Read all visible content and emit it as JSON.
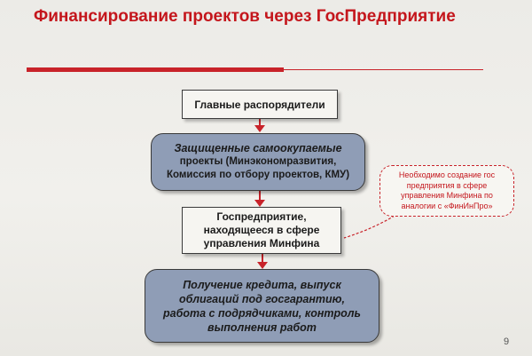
{
  "slide": {
    "title": "Финансирование проектов через ГосПредприятие",
    "page_number": "9"
  },
  "flow": {
    "step1": "Главные распорядители",
    "step2_line1": "Защищенные самоокупаемые",
    "step2_line2": "проекты (Минэкономразвития,",
    "step2_line3": "Комиссия по отбору проектов, КМУ)",
    "step3_line1": "Госпредприятие,",
    "step3_line2": "находящееся в сфере",
    "step3_line3": "управления Минфина",
    "step4_line1": "Получение кредита, выпуск",
    "step4_line2": "облигаций под госгарантию,",
    "step4_line3": "работа с подрядчиками, контроль",
    "step4_line4": "выполнения работ"
  },
  "callout": {
    "line1": "Необходимо создание гос",
    "line2": "предприятия в сфере",
    "line3": "управления Минфина по",
    "line4": "аналогии с «ФинИнПро»"
  },
  "colors": {
    "accent": "#c8232a",
    "box_blue": "#8f9db6",
    "box_white": "#f6f5f1",
    "background": "#ecebe7"
  }
}
